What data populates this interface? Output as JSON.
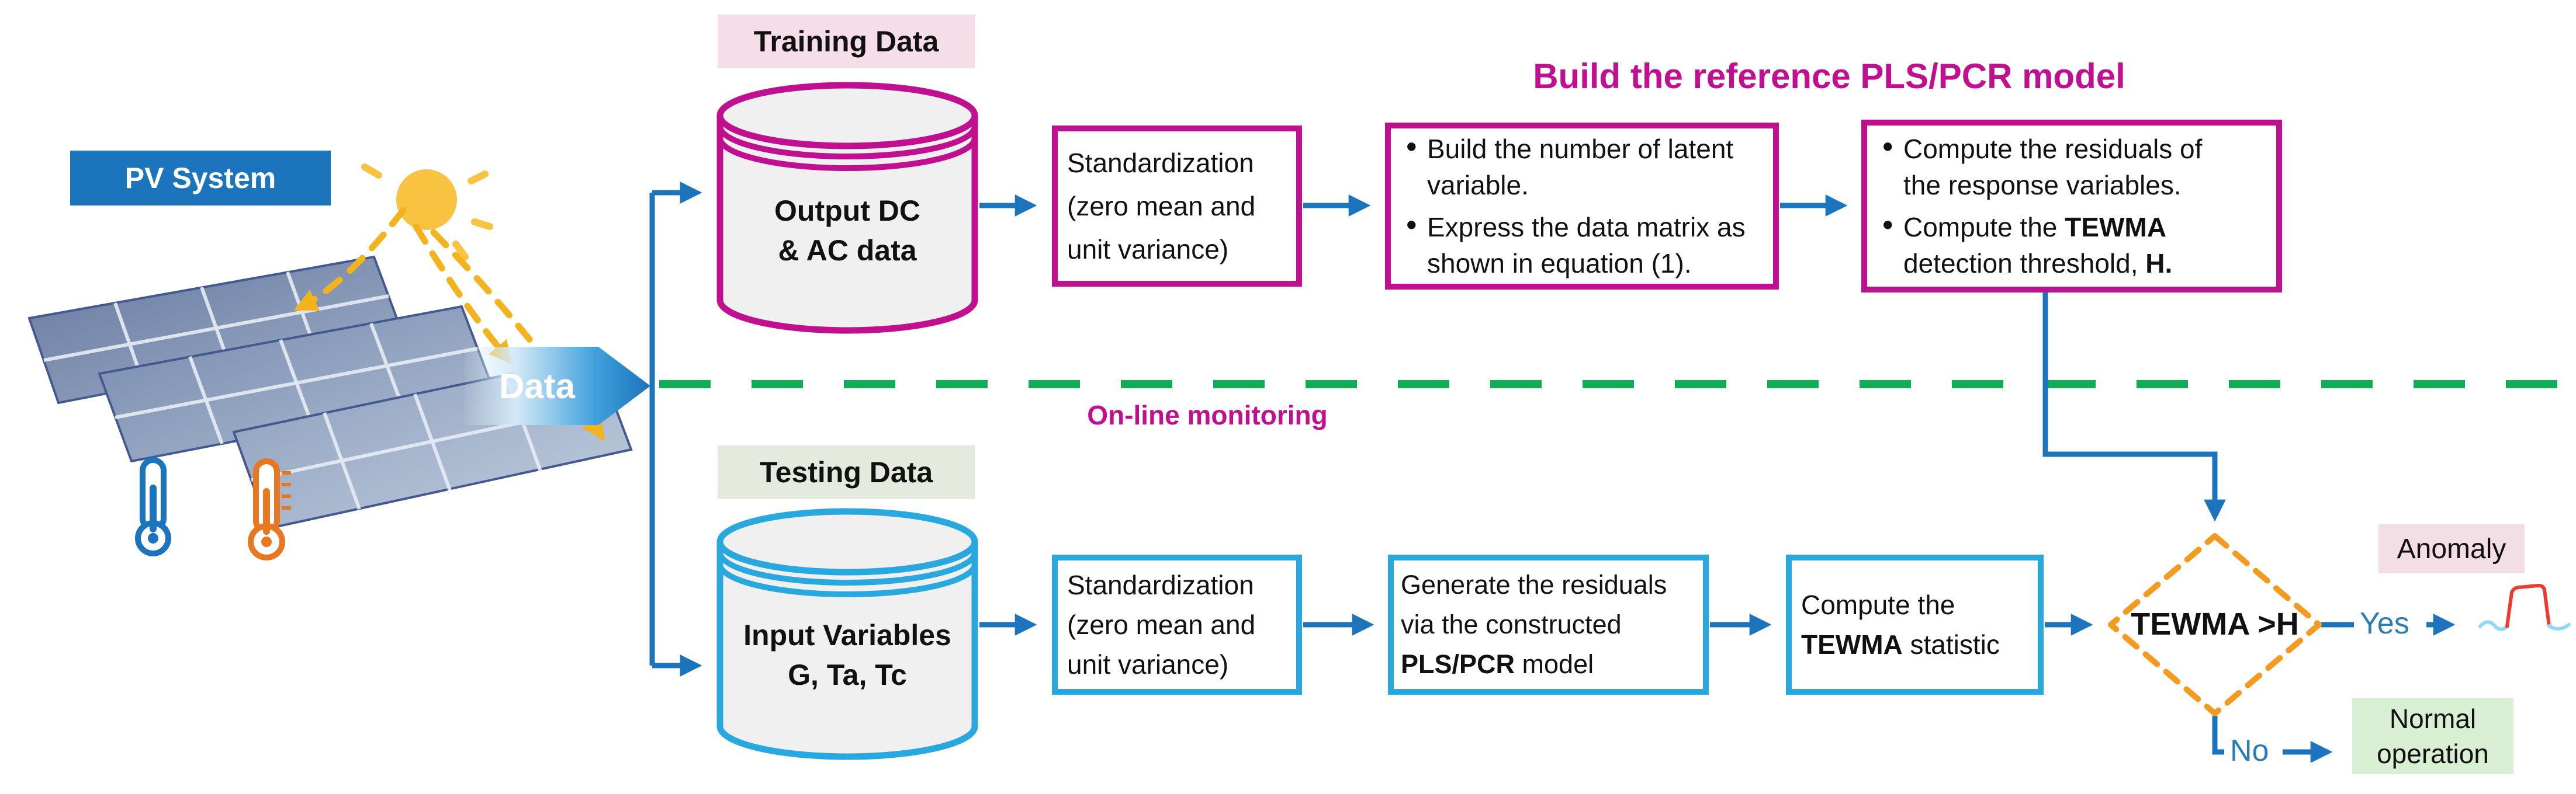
{
  "colors": {
    "magenta": "#C0108F",
    "blue": "#1B74BC",
    "cyan": "#29A8E0",
    "green": "#0EAE54",
    "orange": "#F49A1E",
    "pink-bg": "#F5DEE8",
    "sage-bg": "#E4EBDE",
    "normal-bg": "#D9EFD4",
    "anomaly-bg": "#F2DEE4",
    "cylinder-fill": "#F1F0F0",
    "yesno-text": "#2B7BB5",
    "signal-red": "#ED3B33",
    "signal-cyan": "#8ED8F8",
    "sun-yellow": "#F9C342"
  },
  "pv_system": {
    "label": "PV System",
    "icons": {
      "sun": "sun-icon",
      "ambient_thermometer": "thermometer-blue-icon",
      "module_thermometer": "thermometer-orange-icon",
      "panels": "solar-panels-illustration"
    }
  },
  "data_flow": {
    "label": "Data"
  },
  "training": {
    "section_label": "Training Data",
    "cylinder": {
      "line1": "Output DC",
      "line2": "& AC data"
    },
    "model_title": "Build the reference PLS/PCR model",
    "bullets_box1": {
      "item1": "Build the number of latent variable.",
      "item2": "Express the data matrix as shown in equation (1)."
    },
    "bullets_box2": {
      "item1": "Compute the residuals of the response variables.",
      "item2_p1": "Compute the ",
      "item2_b1": "TEWMA",
      "item2_p2": " detection threshold, ",
      "item2_b2": "H."
    }
  },
  "std_box": {
    "line1": "Standardization",
    "line2": "(zero mean and",
    "line3": "unit variance)"
  },
  "separator": {
    "label": "On-line monitoring"
  },
  "testing": {
    "section_label": "Testing Data",
    "cylinder": {
      "line1": "Input Variables",
      "line2": "G, Ta, Tc"
    },
    "generate_box": {
      "line1": "Generate the residuals",
      "line2": "via the constructed",
      "line3_b": "PLS/PCR",
      "line3": " model"
    },
    "compute_box": {
      "line1": "Compute the",
      "line2_b": "TEWMA",
      "line2": " statistic"
    }
  },
  "decision": {
    "label": "TEWMA >H",
    "yes": "Yes",
    "no": "No"
  },
  "outcomes": {
    "anomaly": "Anomaly",
    "anomaly_icon": "signal-pulse-icon",
    "normal_line1": "Normal",
    "normal_line2": "operation"
  }
}
